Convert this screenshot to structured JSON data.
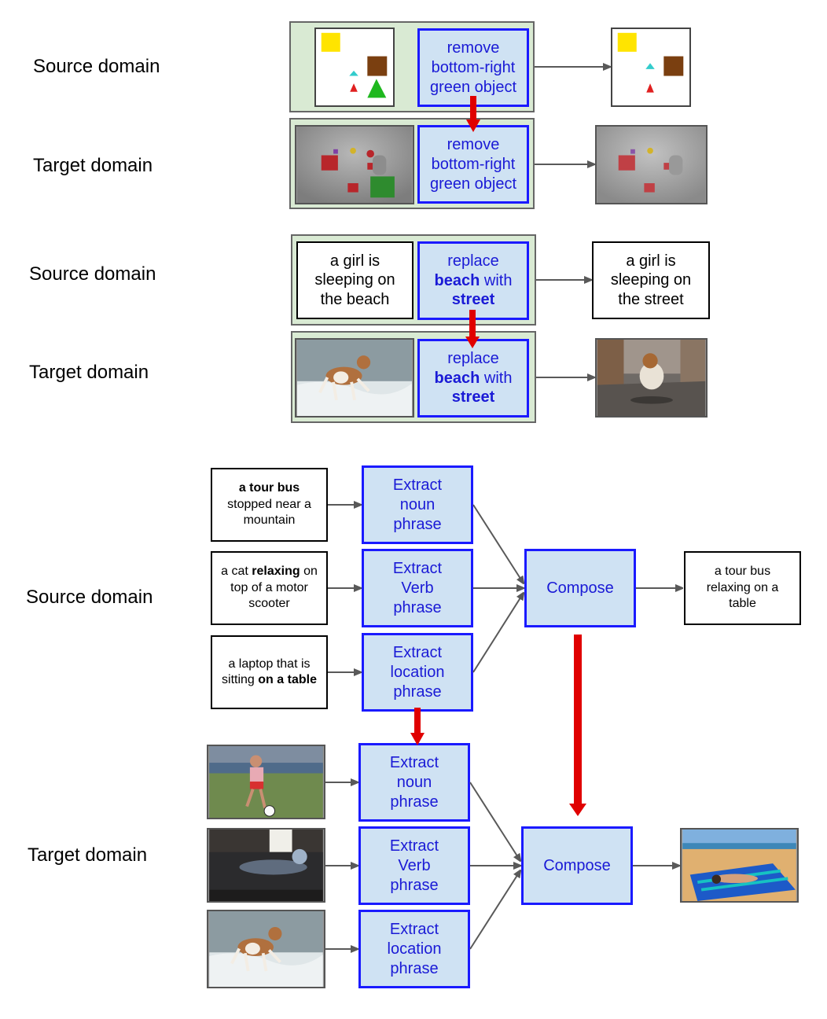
{
  "labels": {
    "source_domain": "Source domain",
    "target_domain": "Target domain"
  },
  "example1": {
    "instruction_line1": "remove",
    "instruction_line2": "bottom-right",
    "instruction_line3": "green object"
  },
  "example2": {
    "source_text": "a girl is sleeping on the beach",
    "instruction_replace": "replace",
    "instruction_beach": "beach",
    "instruction_with": " with",
    "instruction_street": "street",
    "output_text": "a girl is sleeping on the street"
  },
  "example3": {
    "inputs": [
      {
        "pre": "",
        "bold": "a tour bus",
        "post": " stopped near a mountain"
      },
      {
        "pre": "a cat ",
        "bold": "relaxing",
        "post": " on top of a motor scooter"
      },
      {
        "pre": "a laptop that is sitting ",
        "bold": "on a table",
        "post": ""
      }
    ],
    "extract_noun": "Extract noun phrase",
    "extract_verb": "Extract Verb phrase",
    "extract_location": "Extract location phrase",
    "compose": "Compose",
    "output_text": "a tour bus relaxing on a table"
  },
  "colors": {
    "group_fill": "#d9ead3",
    "op_fill": "#cfe2f3",
    "op_border": "#1a1aff",
    "op_text": "#1a1ad6",
    "transfer_arrow": "#e00000",
    "flow_arrow": "#595959"
  }
}
